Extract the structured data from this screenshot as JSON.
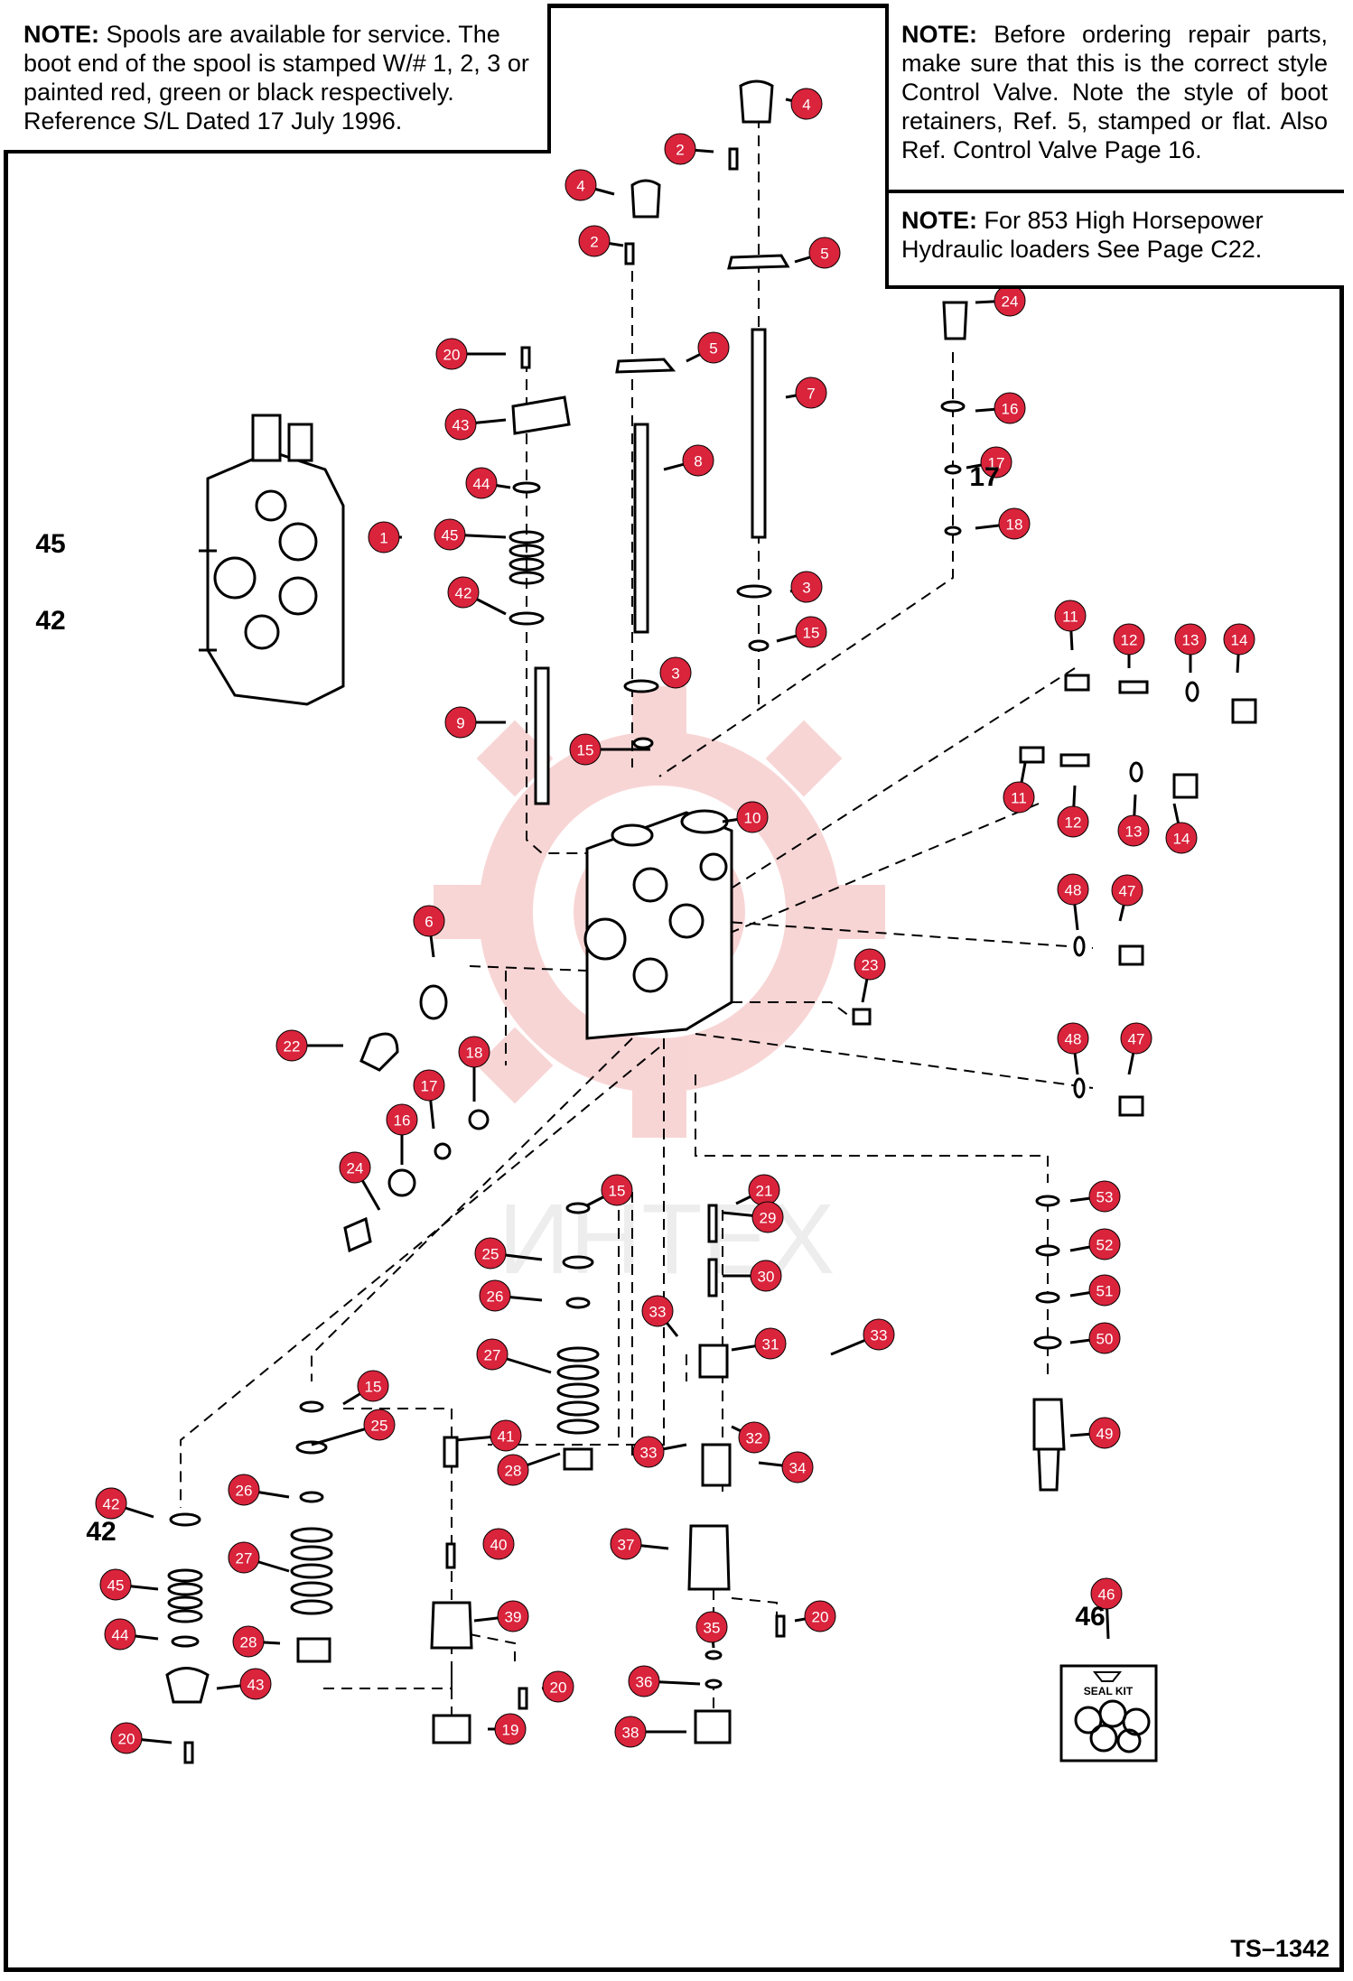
{
  "notes": {
    "left": {
      "heading": "NOTE:",
      "text": "Spools are available for service.  The boot end of the spool is stamped W/# 1, 2, 3 or painted red, green or black respectively. Reference S/L Dated 17 July 1996."
    },
    "right_top": {
      "heading": "NOTE:",
      "text": "Before ordering repair parts, make sure that this is the correct style Control Valve. Note the style of boot retainers, Ref. 5, stamped or flat.  Also Ref. Control Valve Page 16."
    },
    "right_bottom": {
      "heading": "NOTE:",
      "text": "For 853 High Horsepower Hydraulic loaders See Page C22."
    }
  },
  "drawing_number": "TS–1342",
  "watermark_text": "ИНТЕХ",
  "seal_kit_label": "SEAL KIT",
  "colors": {
    "callout": "#d9243c",
    "watermark": "#f6c8c8",
    "line": "#000000"
  },
  "callouts": [
    "1",
    "2",
    "2",
    "3",
    "3",
    "4",
    "4",
    "5",
    "5",
    "6",
    "7",
    "8",
    "9",
    "10",
    "11",
    "11",
    "12",
    "12",
    "13",
    "13",
    "14",
    "14",
    "15",
    "15",
    "15",
    "15",
    "16",
    "16",
    "17",
    "17",
    "18",
    "18",
    "19",
    "20",
    "20",
    "20",
    "20",
    "21",
    "22",
    "23",
    "24",
    "24",
    "25",
    "25",
    "26",
    "26",
    "27",
    "27",
    "28",
    "28",
    "29",
    "30",
    "31",
    "32",
    "33",
    "33",
    "33",
    "34",
    "35",
    "36",
    "37",
    "38",
    "39",
    "40",
    "41",
    "42",
    "42",
    "43",
    "43",
    "44",
    "44",
    "45",
    "45",
    "46",
    "47",
    "47",
    "48",
    "48",
    "49",
    "50",
    "51",
    "52",
    "53"
  ],
  "plain_labels": [
    "17",
    "42",
    "45",
    "42",
    "46"
  ]
}
